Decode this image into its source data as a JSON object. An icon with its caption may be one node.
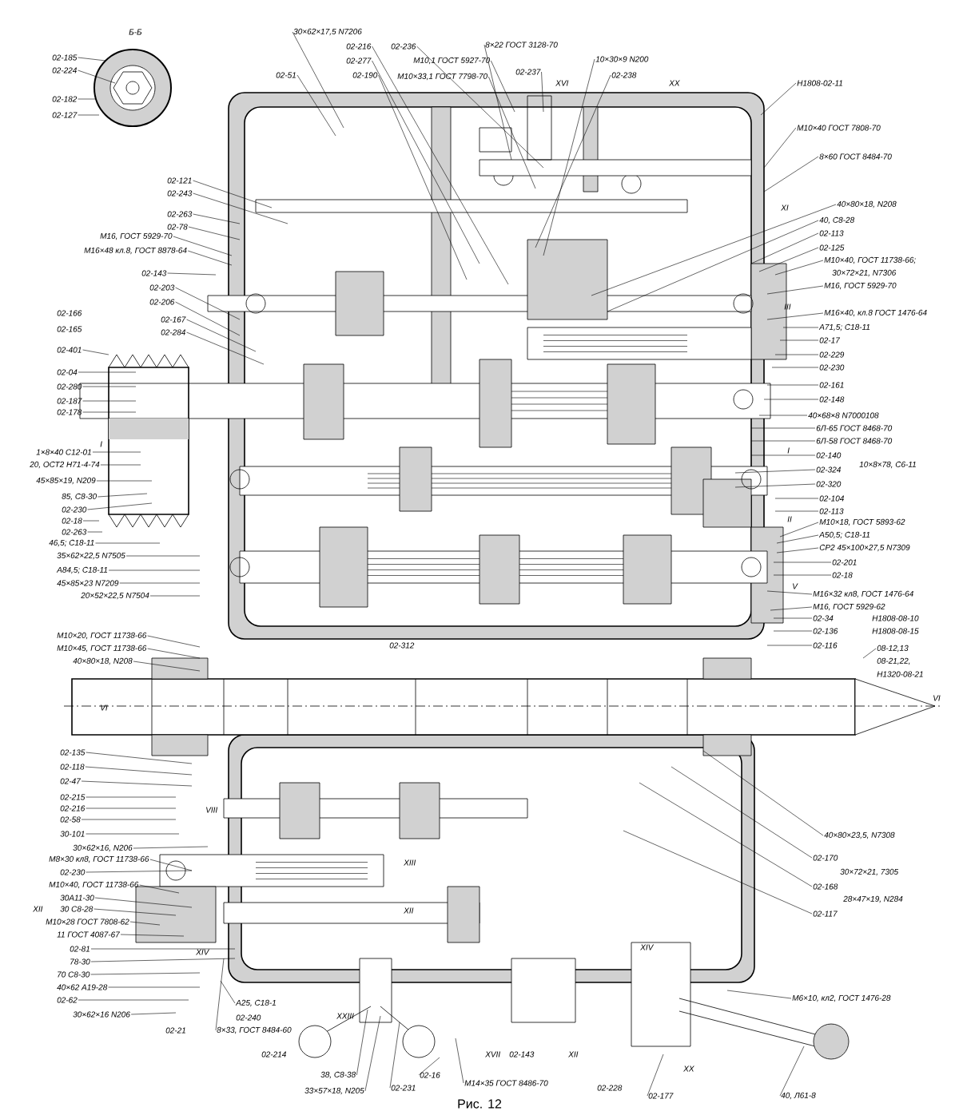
{
  "diagram": {
    "caption": "Рис. 12",
    "nodes": [
      {
        "text": [
          "02-185"
        ]
      },
      {
        "text": [
          "02-224"
        ]
      },
      {
        "text": [
          "02-182"
        ]
      },
      {
        "text": [
          "02-127"
        ]
      },
      {
        "text": [
          "30×62×17,5 N7206"
        ]
      },
      {
        "text": [
          "02-51"
        ]
      },
      {
        "text": [
          "02-216"
        ]
      },
      {
        "text": [
          "02-236"
        ]
      },
      {
        "text": [
          "02-277"
        ]
      },
      {
        "text": [
          "02-190"
        ]
      },
      {
        "text": [
          "М10,1 ГОСТ 5927-70"
        ]
      },
      {
        "text": [
          "М10×33,1 ГОСТ 7798-70"
        ]
      },
      {
        "text": [
          "8×22 ГОСТ 3128-70"
        ]
      },
      {
        "text": [
          "02-237"
        ]
      },
      {
        "text": [
          "10×30×9 N200"
        ]
      },
      {
        "text": [
          "02-238"
        ]
      },
      {
        "text": [
          "Н1808-02-11"
        ]
      },
      {
        "text": [
          "М10×40 ГОСТ 7808-70"
        ]
      },
      {
        "text": [
          "8×60 ГОСТ 8484-70"
        ]
      },
      {
        "text": [
          "40×80×18, N208"
        ]
      },
      {
        "text": [
          "40, С8-28"
        ]
      },
      {
        "text": [
          "02-113"
        ]
      },
      {
        "text": [
          "02-125"
        ]
      },
      {
        "text": [
          "М10×40, ГОСТ 11738-66;"
        ]
      },
      {
        "text": [
          "М16, ГОСТ 5929-70"
        ]
      },
      {
        "text": [
          "М16×40, кл.8 ГОСТ 1476-64"
        ]
      },
      {
        "text": [
          "А71,5; С18-11"
        ]
      },
      {
        "text": [
          "02-17"
        ]
      },
      {
        "text": [
          "02-229"
        ]
      },
      {
        "text": [
          "02-230"
        ]
      },
      {
        "text": [
          "02-161"
        ]
      },
      {
        "text": [
          "02-148"
        ]
      },
      {
        "text": [
          "40×68×8 N7000108"
        ]
      },
      {
        "text": [
          "6Л-65 ГОСТ 8468-70"
        ]
      },
      {
        "text": [
          "6Л-58 ГОСТ 8468-70"
        ]
      },
      {
        "text": [
          "02-140"
        ]
      },
      {
        "text": [
          "02-324"
        ]
      },
      {
        "text": [
          "02-320"
        ]
      },
      {
        "text": [
          "02-104"
        ]
      },
      {
        "text": [
          "02-113"
        ]
      },
      {
        "text": [
          "М10×18, ГОСТ 5893-62"
        ]
      },
      {
        "text": [
          "А50,5; С18-11"
        ]
      },
      {
        "text": [
          "СР2 45×100×27,5 N7309"
        ]
      },
      {
        "text": [
          "02-201"
        ]
      },
      {
        "text": [
          "02-18"
        ]
      },
      {
        "text": [
          "М16×32 кл8, ГОСТ 1476-64"
        ]
      },
      {
        "text": [
          "М16, ГОСТ 5929-62"
        ]
      },
      {
        "text": [
          "02-34"
        ]
      },
      {
        "text": [
          "02-136"
        ]
      },
      {
        "text": [
          "02-116"
        ]
      },
      {
        "text": [
          "08-12,13"
        ]
      },
      {
        "text": [
          "02-121"
        ]
      },
      {
        "text": [
          "02-243"
        ]
      },
      {
        "text": [
          "02-263"
        ]
      },
      {
        "text": [
          "02-78"
        ]
      },
      {
        "text": [
          "М16, ГОСТ 5929-70"
        ]
      },
      {
        "text": [
          "М16×48 кл.8, ГОСТ 8878-64"
        ]
      },
      {
        "text": [
          "02-143"
        ]
      },
      {
        "text": [
          "02-203"
        ]
      },
      {
        "text": [
          "02-206"
        ]
      },
      {
        "text": [
          "02-167"
        ]
      },
      {
        "text": [
          "02-284"
        ]
      },
      {
        "text": [
          "02-401"
        ]
      },
      {
        "text": [
          "02-04"
        ]
      },
      {
        "text": [
          "02-280"
        ]
      },
      {
        "text": [
          "02-187"
        ]
      },
      {
        "text": [
          "02-178"
        ]
      },
      {
        "text": [
          "1×8×40 С12-01"
        ]
      },
      {
        "text": [
          "20, ОСТ2 Н71-4-74"
        ]
      },
      {
        "text": [
          "45×85×19, N209"
        ]
      },
      {
        "text": [
          "85, С8-30"
        ]
      },
      {
        "text": [
          "02-230"
        ]
      },
      {
        "text": [
          "02-18"
        ]
      },
      {
        "text": [
          "02-263"
        ]
      },
      {
        "text": [
          "46,5; С18-11"
        ]
      },
      {
        "text": [
          "35×62×22,5 N7505"
        ]
      },
      {
        "text": [
          "А84,5; С18-11"
        ]
      },
      {
        "text": [
          "45×85×23 N7209"
        ]
      },
      {
        "text": [
          "20×52×22,5 N7504"
        ]
      },
      {
        "text": [
          "М10×20, ГОСТ 11738-66"
        ]
      },
      {
        "text": [
          "М10×45, ГОСТ 11738-66"
        ]
      },
      {
        "text": [
          "40×80×18, N208"
        ]
      },
      {
        "text": [
          "02-135"
        ]
      },
      {
        "text": [
          "02-118"
        ]
      },
      {
        "text": [
          "02-47"
        ]
      },
      {
        "text": [
          "02-215"
        ]
      },
      {
        "text": [
          "02-216"
        ]
      },
      {
        "text": [
          "02-58"
        ]
      },
      {
        "text": [
          "30-101"
        ]
      },
      {
        "text": [
          "30×62×16, N206"
        ]
      },
      {
        "text": [
          "М8×30 кл8, ГОСТ 11738-66"
        ]
      },
      {
        "text": [
          "02-230"
        ]
      },
      {
        "text": [
          "М10×40, ГОСТ 11738-66"
        ]
      },
      {
        "text": [
          "30А11-30"
        ]
      },
      {
        "text": [
          "30 С8-28"
        ]
      },
      {
        "text": [
          "М10×28 ГОСТ 7808-62"
        ]
      },
      {
        "text": [
          "11 ГОСТ 4087-67"
        ]
      },
      {
        "text": [
          "02-81"
        ]
      },
      {
        "text": [
          "78-30"
        ]
      },
      {
        "text": [
          "70 С8-30"
        ]
      },
      {
        "text": [
          "40×62 А19-28"
        ]
      },
      {
        "text": [
          "02-62"
        ]
      },
      {
        "text": [
          "30×62×16 N206"
        ]
      },
      {
        "text": [
          "А25, С18-1"
        ]
      },
      {
        "text": [
          "8×33, ГОСТ 8484-60"
        ]
      },
      {
        "text": [
          "38, С8-38"
        ]
      },
      {
        "text": [
          "33×57×18, N205"
        ]
      },
      {
        "text": [
          "02-231"
        ]
      },
      {
        "text": [
          "02-16"
        ]
      },
      {
        "text": [
          "М14×35 ГОСТ 8486-70"
        ]
      },
      {
        "text": [
          "02-177"
        ]
      },
      {
        "text": [
          "40×80×23,5, N7308"
        ]
      },
      {
        "text": [
          "02-170"
        ]
      },
      {
        "text": [
          "02-168"
        ]
      },
      {
        "text": [
          "02-117"
        ]
      },
      {
        "text": [
          "М6×10, кл2, ГОСТ 1476-28"
        ]
      },
      {
        "text": [
          "40, Л61-8"
        ]
      }
    ],
    "edges": [
      {
        "from": 0,
        "to": null,
        "arrow": "none"
      },
      {
        "from": 1,
        "to": null,
        "arrow": "none"
      },
      {
        "from": 2,
        "to": null,
        "arrow": "none"
      },
      {
        "from": 3,
        "to": null,
        "arrow": "none"
      },
      {
        "from": 4,
        "to": null,
        "arrow": "none"
      },
      {
        "from": 5,
        "to": null,
        "arrow": "none"
      },
      {
        "from": 6,
        "to": null,
        "arrow": "none"
      },
      {
        "from": 7,
        "to": null,
        "arrow": "none"
      },
      {
        "from": 8,
        "to": null,
        "arrow": "none"
      },
      {
        "from": 9,
        "to": null,
        "arrow": "none"
      },
      {
        "from": 10,
        "to": null,
        "arrow": "none"
      },
      {
        "from": 11,
        "to": null,
        "arrow": "none"
      },
      {
        "from": 12,
        "to": null,
        "arrow": "none"
      },
      {
        "from": 13,
        "to": null,
        "arrow": "none"
      },
      {
        "from": 14,
        "to": null,
        "arrow": "none"
      },
      {
        "from": 15,
        "to": null,
        "arrow": "none"
      },
      {
        "from": 16,
        "to": null,
        "arrow": "none"
      },
      {
        "from": 17,
        "to": null,
        "arrow": "none"
      },
      {
        "from": 18,
        "to": null,
        "arrow": "none"
      },
      {
        "from": 19,
        "to": null,
        "arrow": "none"
      },
      {
        "from": 20,
        "to": null,
        "arrow": "none"
      },
      {
        "from": 21,
        "to": null,
        "arrow": "none"
      },
      {
        "from": 22,
        "to": null,
        "arrow": "none"
      },
      {
        "from": 23,
        "to": null,
        "arrow": "none"
      },
      {
        "from": 24,
        "to": null,
        "arrow": "none"
      },
      {
        "from": 25,
        "to": null,
        "arrow": "none"
      },
      {
        "from": 26,
        "to": null,
        "arrow": "none"
      },
      {
        "from": 27,
        "to": null,
        "arrow": "none"
      },
      {
        "from": 28,
        "to": null,
        "arrow": "none"
      },
      {
        "from": 29,
        "to": null,
        "arrow": "none"
      },
      {
        "from": 30,
        "to": null,
        "arrow": "none"
      },
      {
        "from": 31,
        "to": null,
        "arrow": "none"
      },
      {
        "from": 32,
        "to": null,
        "arrow": "none"
      },
      {
        "from": 33,
        "to": null,
        "arrow": "none"
      },
      {
        "from": 34,
        "to": null,
        "arrow": "none"
      },
      {
        "from": 35,
        "to": null,
        "arrow": "none"
      },
      {
        "from": 36,
        "to": null,
        "arrow": "none"
      },
      {
        "from": 37,
        "to": null,
        "arrow": "none"
      },
      {
        "from": 38,
        "to": null,
        "arrow": "none"
      },
      {
        "from": 39,
        "to": null,
        "arrow": "none"
      },
      {
        "from": 40,
        "to": null,
        "arrow": "none"
      },
      {
        "from": 41,
        "to": null,
        "arrow": "none"
      },
      {
        "from": 42,
        "to": null,
        "arrow": "none"
      },
      {
        "from": 43,
        "to": null,
        "arrow": "none"
      },
      {
        "from": 44,
        "to": null,
        "arrow": "none"
      },
      {
        "from": 45,
        "to": null,
        "arrow": "none"
      },
      {
        "from": 46,
        "to": null,
        "arrow": "none"
      },
      {
        "from": 47,
        "to": null,
        "arrow": "none"
      },
      {
        "from": 48,
        "to": null,
        "arrow": "none"
      },
      {
        "from": 49,
        "to": null,
        "arrow": "none"
      },
      {
        "from": 50,
        "to": null,
        "arrow": "none"
      },
      {
        "from": 51,
        "to": null,
        "arrow": "none"
      },
      {
        "from": 52,
        "to": null,
        "arrow": "none"
      },
      {
        "from": 53,
        "to": null,
        "arrow": "none"
      },
      {
        "from": 54,
        "to": null,
        "arrow": "none"
      },
      {
        "from": 55,
        "to": null,
        "arrow": "none"
      },
      {
        "from": 56,
        "to": null,
        "arrow": "none"
      },
      {
        "from": 57,
        "to": null,
        "arrow": "none"
      },
      {
        "from": 58,
        "to": null,
        "arrow": "none"
      },
      {
        "from": 59,
        "to": null,
        "arrow": "none"
      },
      {
        "from": 60,
        "to": null,
        "arrow": "none"
      },
      {
        "from": 61,
        "to": null,
        "arrow": "none"
      },
      {
        "from": 62,
        "to": null,
        "arrow": "none"
      },
      {
        "from": 63,
        "to": null,
        "arrow": "none"
      },
      {
        "from": 64,
        "to": null,
        "arrow": "none"
      },
      {
        "from": 65,
        "to": null,
        "arrow": "none"
      },
      {
        "from": 66,
        "to": null,
        "arrow": "none"
      },
      {
        "from": 67,
        "to": null,
        "arrow": "none"
      },
      {
        "from": 68,
        "to": null,
        "arrow": "none"
      },
      {
        "from": 69,
        "to": null,
        "arrow": "none"
      },
      {
        "from": 70,
        "to": null,
        "arrow": "none"
      },
      {
        "from": 71,
        "to": null,
        "arrow": "none"
      },
      {
        "from": 72,
        "to": null,
        "arrow": "none"
      },
      {
        "from": 73,
        "to": null,
        "arrow": "none"
      },
      {
        "from": 74,
        "to": null,
        "arrow": "none"
      },
      {
        "from": 75,
        "to": null,
        "arrow": "none"
      },
      {
        "from": 76,
        "to": null,
        "arrow": "none"
      },
      {
        "from": 77,
        "to": null,
        "arrow": "none"
      },
      {
        "from": 78,
        "to": null,
        "arrow": "none"
      },
      {
        "from": 79,
        "to": null,
        "arrow": "none"
      },
      {
        "from": 80,
        "to": null,
        "arrow": "none"
      },
      {
        "from": 81,
        "to": null,
        "arrow": "none"
      },
      {
        "from": 82,
        "to": null,
        "arrow": "none"
      },
      {
        "from": 83,
        "to": null,
        "arrow": "none"
      },
      {
        "from": 84,
        "to": null,
        "arrow": "none"
      },
      {
        "from": 85,
        "to": null,
        "arrow": "none"
      },
      {
        "from": 86,
        "to": null,
        "arrow": "none"
      },
      {
        "from": 87,
        "to": null,
        "arrow": "none"
      },
      {
        "from": 88,
        "to": null,
        "arrow": "none"
      },
      {
        "from": 89,
        "to": null,
        "arrow": "none"
      },
      {
        "from": 90,
        "to": null,
        "arrow": "none"
      },
      {
        "from": 91,
        "to": null,
        "arrow": "none"
      },
      {
        "from": 92,
        "to": null,
        "arrow": "none"
      },
      {
        "from": 93,
        "to": null,
        "arrow": "none"
      },
      {
        "from": 94,
        "to": null,
        "arrow": "none"
      },
      {
        "from": 95,
        "to": null,
        "arrow": "none"
      },
      {
        "from": 96,
        "to": null,
        "arrow": "none"
      },
      {
        "from": 97,
        "to": null,
        "arrow": "none"
      },
      {
        "from": 98,
        "to": null,
        "arrow": "none"
      },
      {
        "from": 99,
        "to": null,
        "arrow": "none"
      },
      {
        "from": 100,
        "to": null,
        "arrow": "none"
      },
      {
        "from": 101,
        "to": null,
        "arrow": "none"
      },
      {
        "from": 102,
        "to": null,
        "arrow": "none"
      },
      {
        "from": 103,
        "to": null,
        "arrow": "none"
      },
      {
        "from": 104,
        "to": null,
        "arrow": "none"
      },
      {
        "from": 105,
        "to": null,
        "arrow": "none"
      },
      {
        "from": 106,
        "to": null,
        "arrow": "none"
      },
      {
        "from": 107,
        "to": null,
        "arrow": "none"
      },
      {
        "from": 108,
        "to": null,
        "arrow": "none"
      },
      {
        "from": 109,
        "to": null,
        "arrow": "none"
      },
      {
        "from": 110,
        "to": null,
        "arrow": "none"
      },
      {
        "from": 111,
        "to": null,
        "arrow": "none"
      },
      {
        "from": 112,
        "to": null,
        "arrow": "none"
      },
      {
        "from": 113,
        "to": null,
        "arrow": "none"
      },
      {
        "from": 114,
        "to": null,
        "arrow": "none"
      },
      {
        "from": 115,
        "to": null,
        "arrow": "none"
      },
      {
        "from": 116,
        "to": null,
        "arrow": "none"
      }
    ],
    "labels": [
      "Б-Б",
      "XVI",
      "XX",
      "XI",
      "30×72×21, N7306",
      "III",
      "I",
      "10×8×78, С6-11",
      "II",
      "V",
      "Н1808-08-10",
      "Н1808-08-15",
      "08-21,22,",
      "Н1320-08-21",
      "VI",
      "02-166",
      "02-165",
      "I",
      "VI",
      "XII",
      "VIII",
      "XIII",
      "XII",
      "XIV",
      "02-21",
      "02-240",
      "02-214",
      "XXIII",
      "XVII",
      "02-143",
      "XII",
      "02-228",
      "XX",
      "30×72×21, 7305",
      "28×47×19, N284",
      "XIV",
      "02-312"
    ]
  }
}
